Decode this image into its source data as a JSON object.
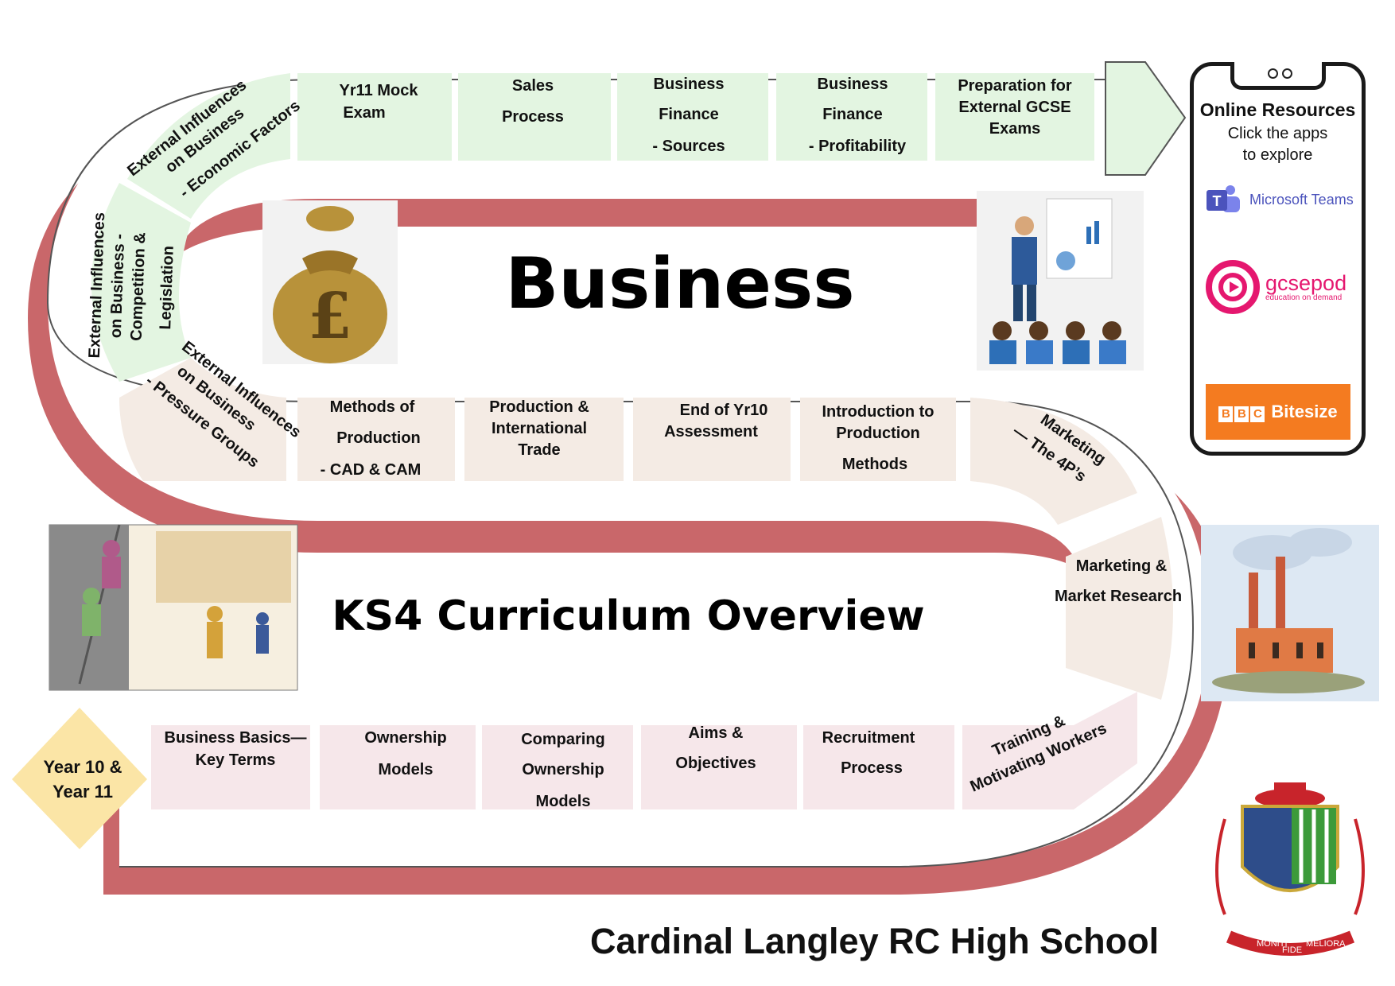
{
  "header": {
    "subject": "Business",
    "overview_title": "KS4 Curriculum Overview",
    "start_badge": [
      "Year 10 &",
      "Year 11"
    ]
  },
  "journey": {
    "row1": [
      {
        "id": "business-basics",
        "lines": [
          "Business Basics—",
          "Key Terms"
        ]
      },
      {
        "id": "ownership-models",
        "lines": [
          "Ownership",
          "Models"
        ]
      },
      {
        "id": "comparing-ownership",
        "lines": [
          "Comparing",
          "Ownership",
          "Models"
        ]
      },
      {
        "id": "aims-objectives",
        "lines": [
          "Aims &",
          "Objectives"
        ]
      },
      {
        "id": "recruitment",
        "lines": [
          "Recruitment",
          "Process"
        ]
      },
      {
        "id": "training",
        "lines": [
          "Training &",
          "Motivating Workers"
        ]
      }
    ],
    "curve_right": [
      {
        "id": "marketing-research",
        "lines": [
          "Marketing &",
          "Market Research"
        ]
      }
    ],
    "row2": [
      {
        "id": "marketing-4ps",
        "lines": [
          "Marketing",
          "— The 4P’s"
        ]
      },
      {
        "id": "intro-production",
        "lines": [
          "Introduction to",
          "Production",
          "Methods"
        ]
      },
      {
        "id": "end-yr10",
        "lines": [
          "End of Yr10",
          "Assessment"
        ]
      },
      {
        "id": "production-trade",
        "lines": [
          "Production &",
          "International",
          "Trade"
        ]
      },
      {
        "id": "methods-production",
        "lines": [
          "Methods of",
          "Production",
          "- CAD & CAM"
        ]
      },
      {
        "id": "pressure-groups",
        "lines": [
          "External Influences",
          "on Business",
          "- Pressure Groups"
        ]
      }
    ],
    "curve_left": [
      {
        "id": "competition-legislation",
        "lines": [
          "External Influences",
          "on Business -",
          "Competition &",
          "Legislation"
        ]
      },
      {
        "id": "economic-factors",
        "lines": [
          "External Influences",
          "on Business",
          "- Economic Factors"
        ]
      }
    ],
    "row3": [
      {
        "id": "yr11-mock",
        "lines": [
          "Yr11 Mock",
          "Exam"
        ]
      },
      {
        "id": "sales-process",
        "lines": [
          "Sales",
          "Process"
        ]
      },
      {
        "id": "finance-sources",
        "lines": [
          "Business",
          "Finance",
          "- Sources"
        ]
      },
      {
        "id": "finance-profitability",
        "lines": [
          "Business",
          "Finance",
          "- Profitability"
        ]
      },
      {
        "id": "gcse-prep",
        "lines": [
          "Preparation for",
          "External GCSE",
          "Exams"
        ]
      }
    ]
  },
  "resources": {
    "title": "Online Resources",
    "subtitle": [
      "Click the apps",
      "to explore"
    ],
    "apps": [
      {
        "name": "Microsoft Teams",
        "icon": "teams-icon",
        "color": "#4b53bc"
      },
      {
        "name": "gcsepod",
        "tagline": "education on demand",
        "icon": "gcsepod-icon",
        "color": "#e5176f"
      },
      {
        "name": "Bitesize",
        "icon": "bbc-bitesize-icon",
        "color": "#f47b20",
        "logo_letters": [
          "B",
          "B",
          "C"
        ]
      }
    ]
  },
  "footer": {
    "school_name": "Cardinal Langley RC High School",
    "motto": [
      "MONITI",
      "FIDE",
      "MELIORA"
    ]
  },
  "colors": {
    "track_shadow": "#c9676a",
    "green_tile": "#e3f5e1",
    "beige_tile": "#f4ebe4",
    "pink_tile": "#f6e7ea",
    "badge": "#fbe5a6"
  }
}
